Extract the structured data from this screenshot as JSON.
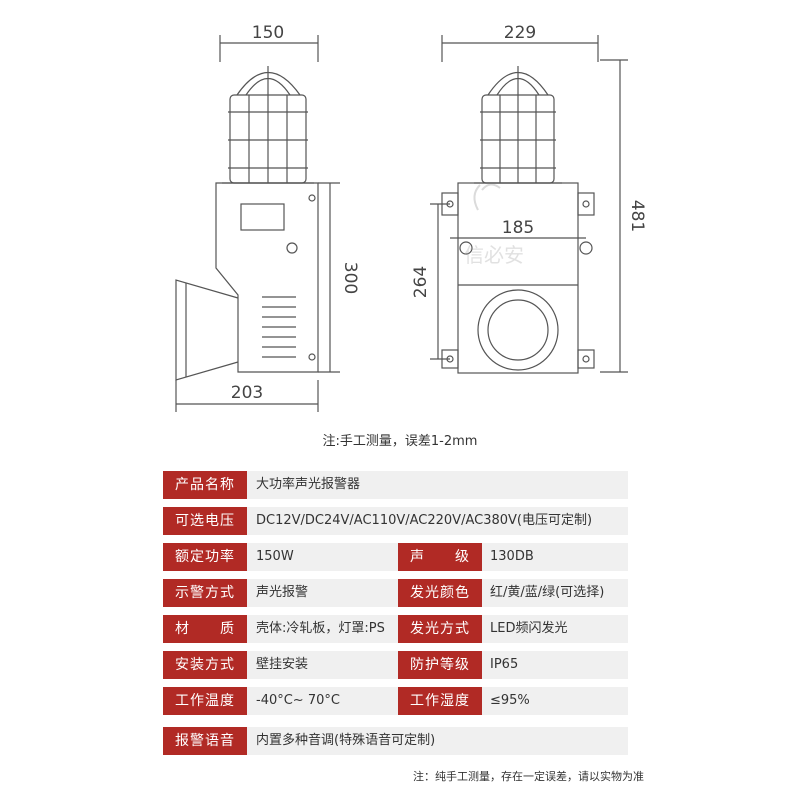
{
  "dimensions": {
    "left_width": "150",
    "left_height": "300",
    "left_depth": "203",
    "right_width": "229",
    "right_height": "481",
    "right_inner_width": "185",
    "right_inner_height": "264"
  },
  "note": "注:手工测量，误差1-2mm",
  "spec_rows": [
    {
      "label": "产品名称",
      "value": "大功率声光报警器"
    },
    {
      "label": "可选电压",
      "value": "DC12V/DC24V/AC110V/AC220V/AC380V(电压可定制)"
    },
    {
      "label": "额定功率",
      "value": "150W",
      "label2": "声　　级",
      "value2": "130DB"
    },
    {
      "label": "示警方式",
      "value": "声光报警",
      "label2": "发光颜色",
      "value2": "红/黄/蓝/绿(可选择)"
    },
    {
      "label": "材　　质",
      "value": "壳体:冷轧板，灯罩:PS",
      "label2": "发光方式",
      "value2": "LED频闪发光"
    },
    {
      "label": "安装方式",
      "value": "壁挂安装",
      "label2": "防护等级",
      "value2": "IP65"
    },
    {
      "label": "工作温度",
      "value": "-40°C~ 70°C",
      "label2": "工作湿度",
      "value2": "≤95%"
    },
    {
      "label": "报警语音",
      "value": "内置多种音调(特殊语音可定制)"
    }
  ],
  "footer": "注：纯手工测量，存在一定误差，请以实物为准",
  "colors": {
    "label_bg": "#b12a25",
    "row_bg": "#f0f0f0",
    "line": "#555555"
  }
}
